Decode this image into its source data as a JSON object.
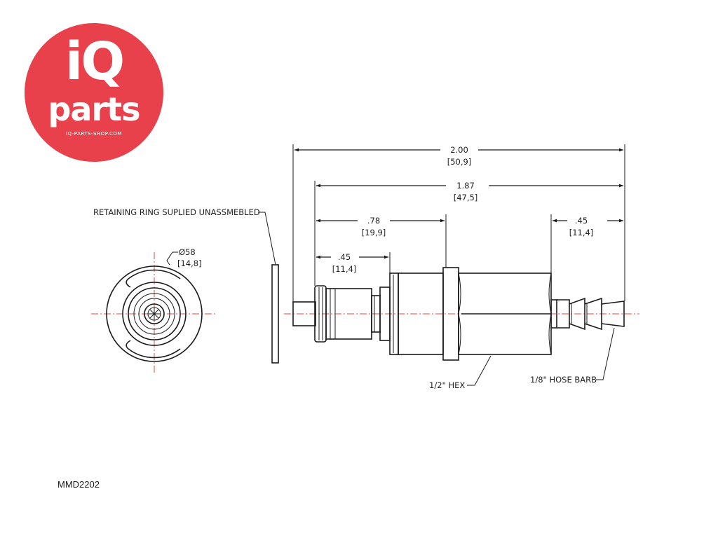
{
  "logo": {
    "iq": "iQ",
    "parts": "parts",
    "site": "IQ-PARTS-SHOP.COM",
    "background_color": "#e8414b",
    "text_color": "#ffffff"
  },
  "drawing": {
    "line_color": "#1a1a1a",
    "centerline_color": "#e54a4a",
    "dimensions": {
      "overall": {
        "inch": "2.00",
        "mm": "[50,9]"
      },
      "body": {
        "inch": "1.87",
        "mm": "[47,5]"
      },
      "to_flange": {
        "inch": ".78",
        "mm": "[19,9]"
      },
      "front_nose": {
        "inch": ".45",
        "mm": "[11,4]"
      },
      "barb": {
        "inch": ".45",
        "mm": "[11,4]"
      },
      "diameter": {
        "inch": "Ø58",
        "mm": "[14,8]"
      }
    },
    "labels": {
      "retaining_ring": "RETAINING RING SUPLIED UNASSMEBLED",
      "hex": "1/2\" HEX",
      "hose_barb": "1/8\" HOSE BARB"
    }
  },
  "part_number": "MMD2202"
}
